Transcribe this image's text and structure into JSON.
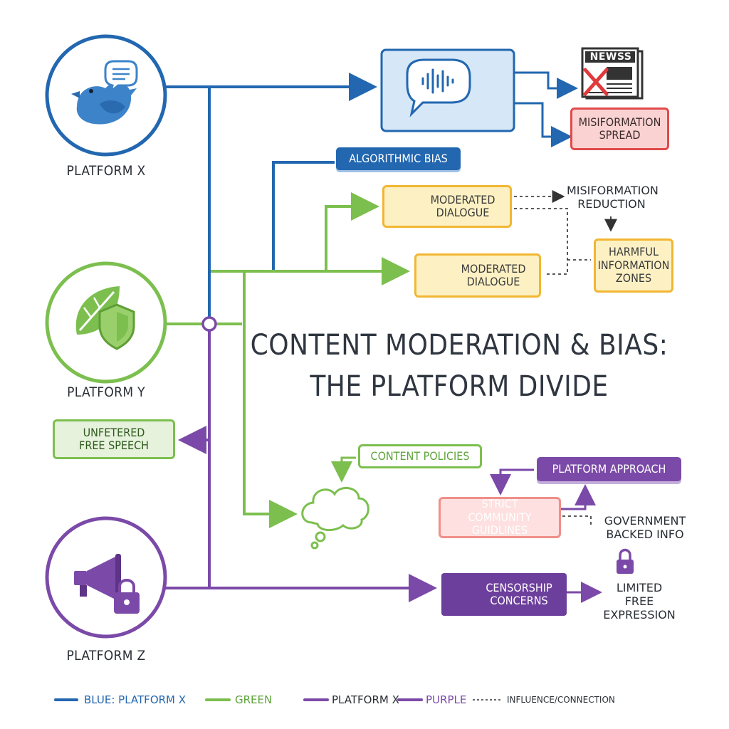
{
  "title": {
    "line1": "CONTENT MODERATION & BIAS:",
    "line2": "THE PLATFORM DIVIDE"
  },
  "platforms": {
    "x": {
      "label": "PLATFORM X",
      "color": "#2267b0",
      "icon": "bird-speech-icon"
    },
    "y": {
      "label": "PLATFORM Y",
      "color": "#7cbf4f",
      "icon": "leaf-shield-icon"
    },
    "z": {
      "label": "PLATFORM Z",
      "color": "#7b4aa8",
      "icon": "megaphone-lock-icon"
    }
  },
  "nodes": {
    "news_label": "NEWSS",
    "misinformation_spread": "MISIFORMATION SPREAD",
    "algorithmic_bias": "ALGORITHMIC BIAS",
    "moderated_dialogue_1": "MODERATED DIALOGUE",
    "moderated_dialogue_2": "MODERATED DIALOGUE",
    "misinformation_reduction": "MISIFORMATION REDUCTION",
    "harmful_information_zones": "HARMFUL INFORMATION ZONES",
    "unfettered_free_speech": "UNFETERED FREE SPEECH",
    "content_policies": "CONTENT POLICIES",
    "platform_approach": "PLATFORM APPROACH",
    "strict_community_guidelines": "STRICT COMMUNITY GUIDLINES",
    "government_backed_info": "GOVERNMENT BACKED INFO",
    "censorship_concerns": "CENSORSHIP CONCERNS",
    "limited_free_expression": "LIMITED FREE EXPRESSION"
  },
  "legend": {
    "blue": "BLUE: PLATFORM X",
    "green": "GREEN",
    "purple_platform": "PLATFORM X",
    "purple": "PURPLE",
    "dashed": "INFLUENCE/CONNECTION"
  },
  "colors": {
    "blue": "#2267b0",
    "green": "#7cbf4f",
    "purple": "#7b4aa8",
    "yellow_border": "#f2b632",
    "red_border": "#e04b4b"
  }
}
